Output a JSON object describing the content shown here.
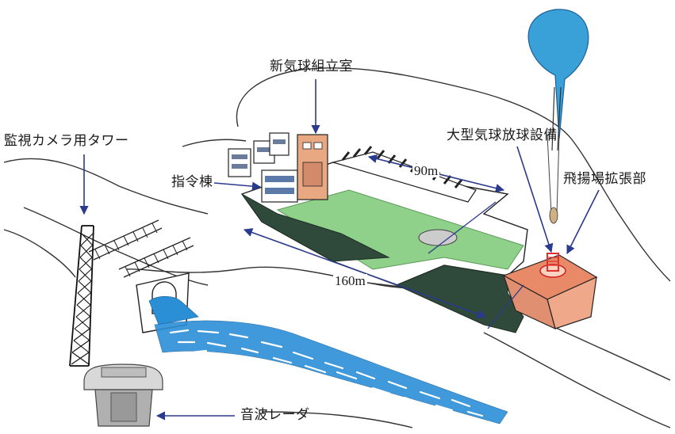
{
  "labels": {
    "assembly_room": "新気球組立室",
    "camera_tower": "監視カメラ用タワー",
    "command_building": "指令棟",
    "large_balloon_launcher": "大型気球放球設備",
    "launch_field_extension": "飛揚場拡張部",
    "sound_radar": "音波レーダ"
  },
  "dimensions": {
    "width_90": "90m",
    "length_160": "160m"
  },
  "colors": {
    "balloon": "#3aa0d8",
    "river": "#2b8fd6",
    "field": "#8fd08a",
    "embankment": "#2f4a3a",
    "building_accent": "#e8a882",
    "launch_pad": "#e88a68",
    "arrow": "#2a3a8c",
    "launcher": "#e03030"
  }
}
